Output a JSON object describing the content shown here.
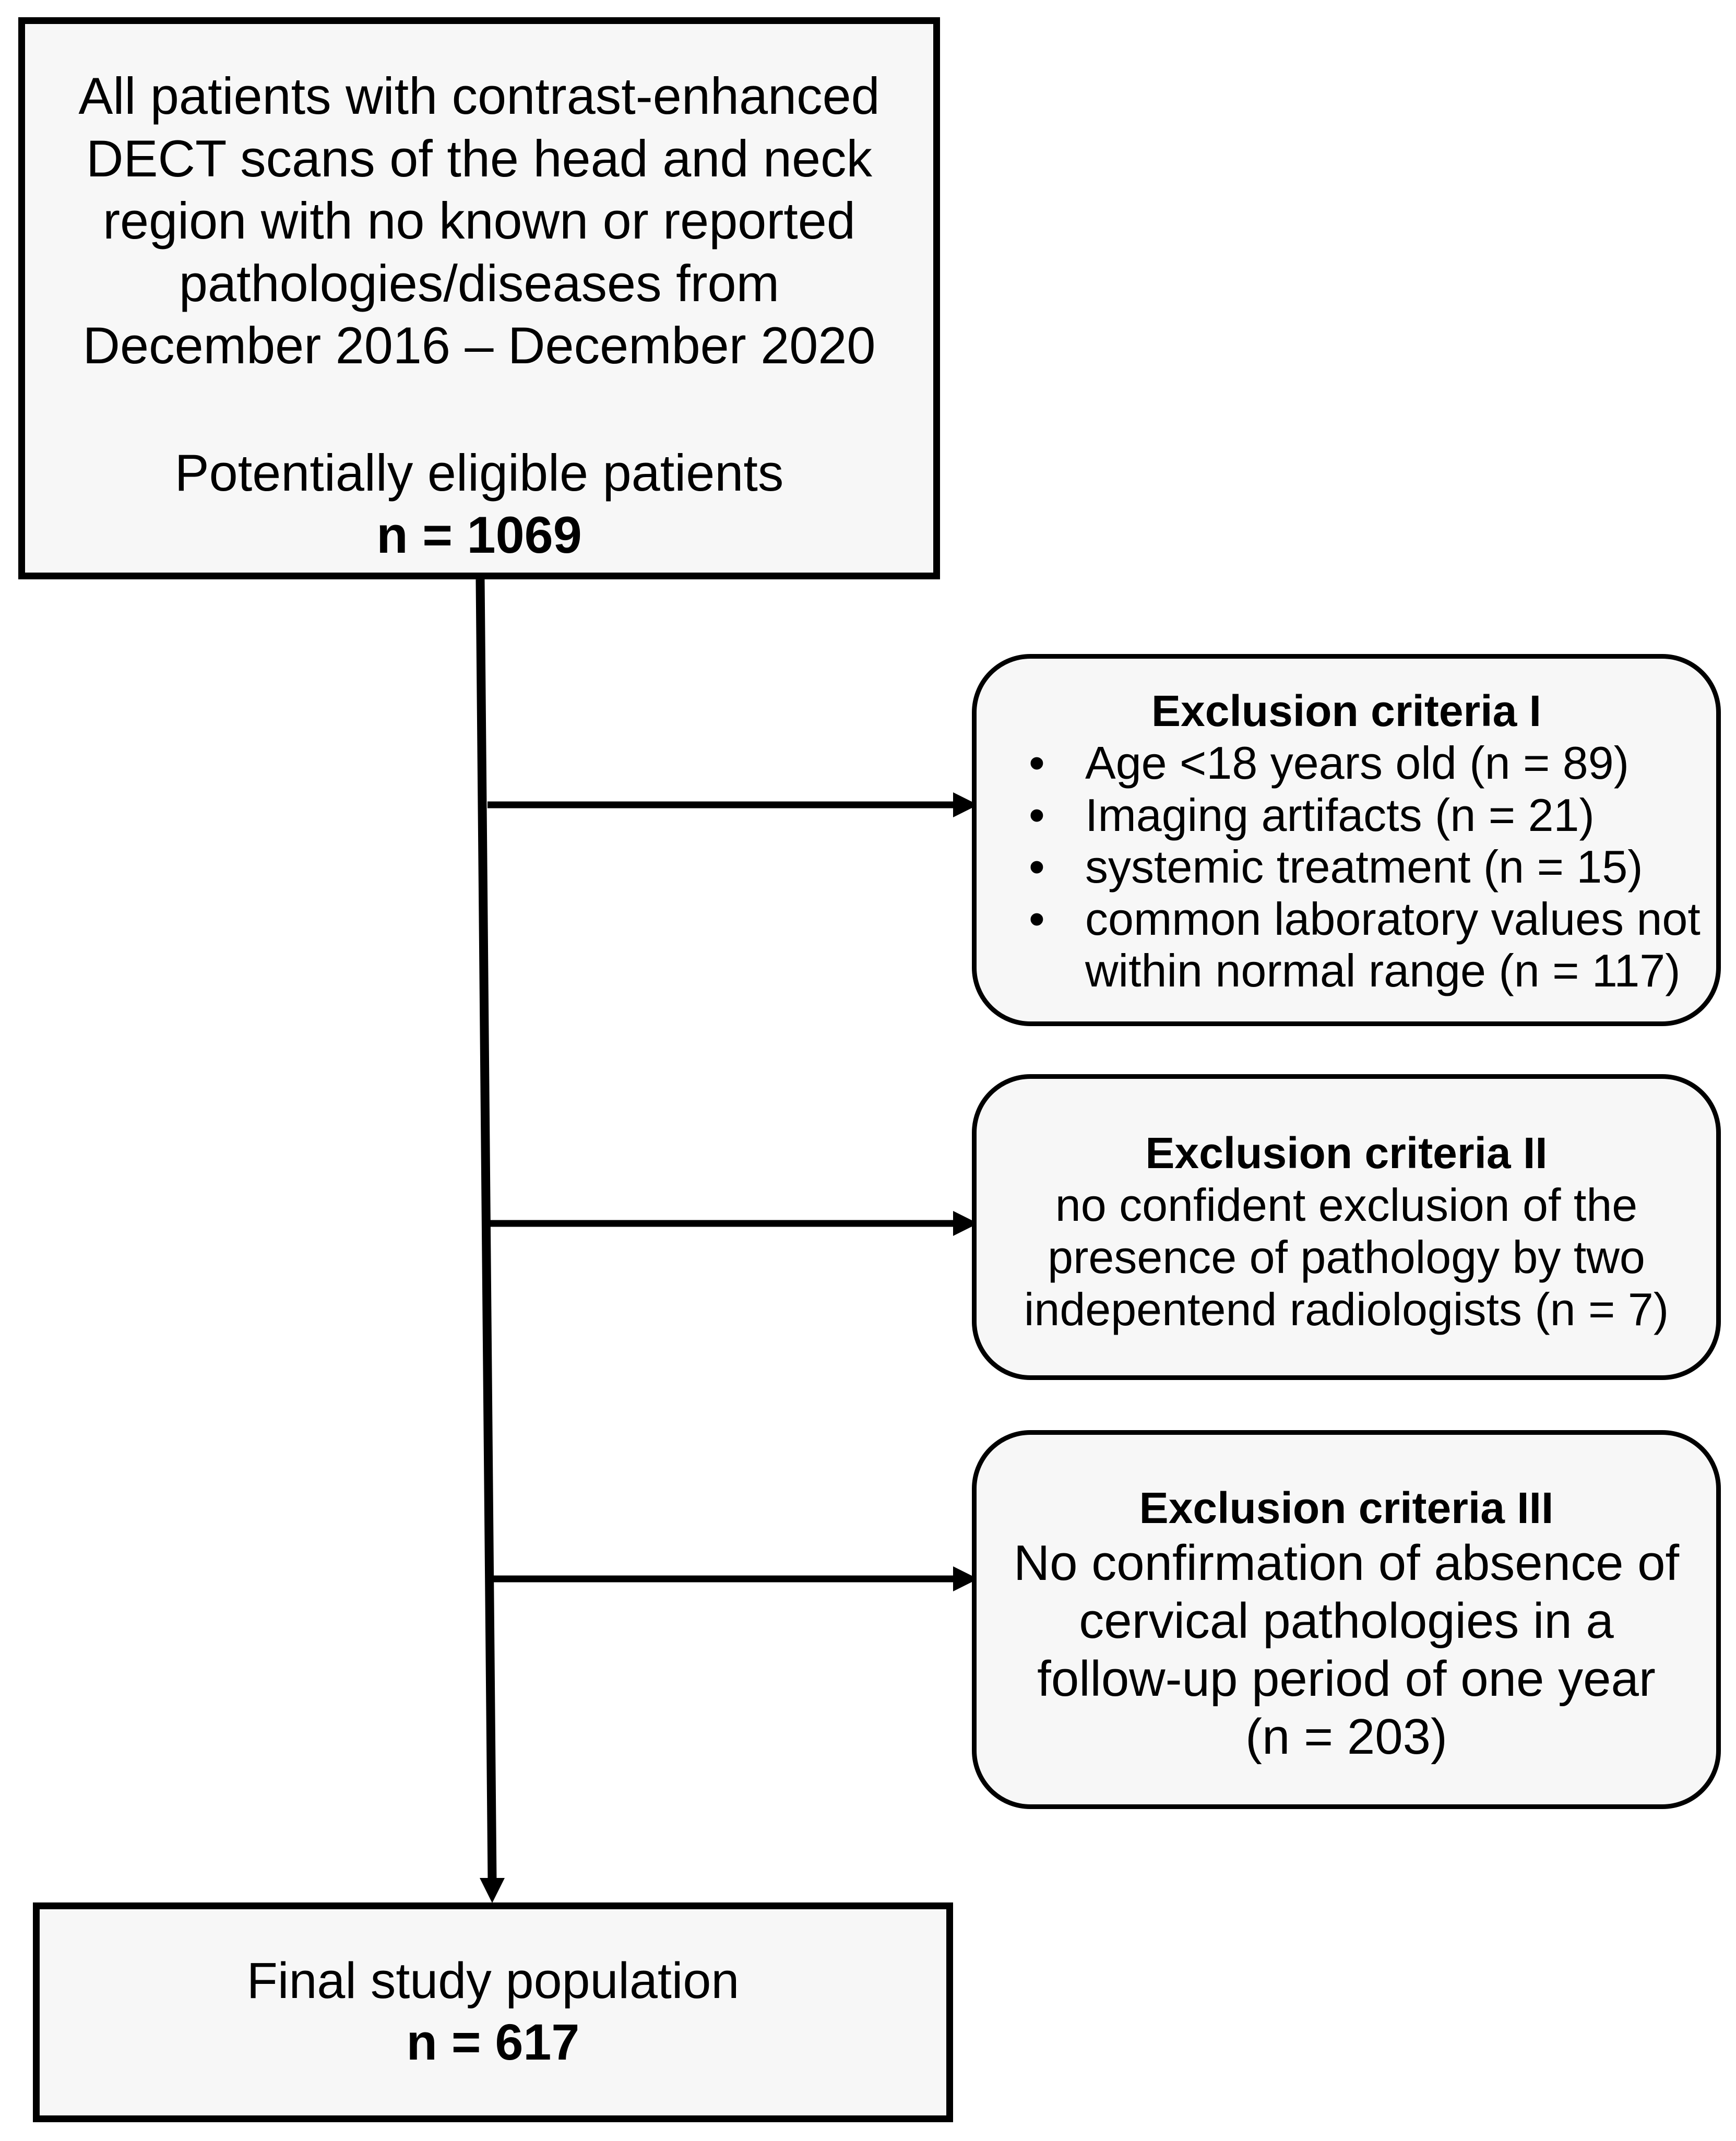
{
  "diagram": {
    "type": "flowchart",
    "colors": {
      "box_fill": "#f7f7f7",
      "stroke": "#000000",
      "background": "#ffffff"
    },
    "start_box": {
      "description_lines": [
        "All patients with contrast-enhanced",
        "DECT scans of the head and neck",
        "region with no known or reported",
        "pathologies/diseases from",
        "December 2016 – December 2020"
      ],
      "label": "Potentially eligible patients",
      "count": "n = 1069"
    },
    "exclusions": [
      {
        "title": "Exclusion criteria I",
        "bullet_symbol": "•",
        "items": [
          {
            "lines": [
              "Age <18 years old (n = 89)"
            ]
          },
          {
            "lines": [
              "Imaging artifacts (n = 21)"
            ]
          },
          {
            "lines": [
              "systemic treatment (n = 15)"
            ]
          },
          {
            "lines": [
              "common laboratory values not",
              "within normal range (n = 117)"
            ]
          }
        ]
      },
      {
        "title": "Exclusion criteria II",
        "lines": [
          "no confident exclusion of the",
          "presence of pathology by two",
          "indepentend radiologists (n = 7)"
        ]
      },
      {
        "title": "Exclusion criteria III",
        "lines": [
          "No confirmation of absence of",
          "cervical pathologies in a",
          "follow-up period of one year",
          "(n = 203)"
        ]
      }
    ],
    "end_box": {
      "label": "Final study population",
      "count": "n = 617"
    },
    "flow": [
      {
        "from": "start_box",
        "to": "end_box",
        "type": "main-arrow"
      },
      {
        "from": "main-line",
        "to": "exclusions.0",
        "type": "branch-arrow"
      },
      {
        "from": "main-line",
        "to": "exclusions.1",
        "type": "branch-arrow"
      },
      {
        "from": "main-line",
        "to": "exclusions.2",
        "type": "branch-arrow"
      }
    ]
  }
}
